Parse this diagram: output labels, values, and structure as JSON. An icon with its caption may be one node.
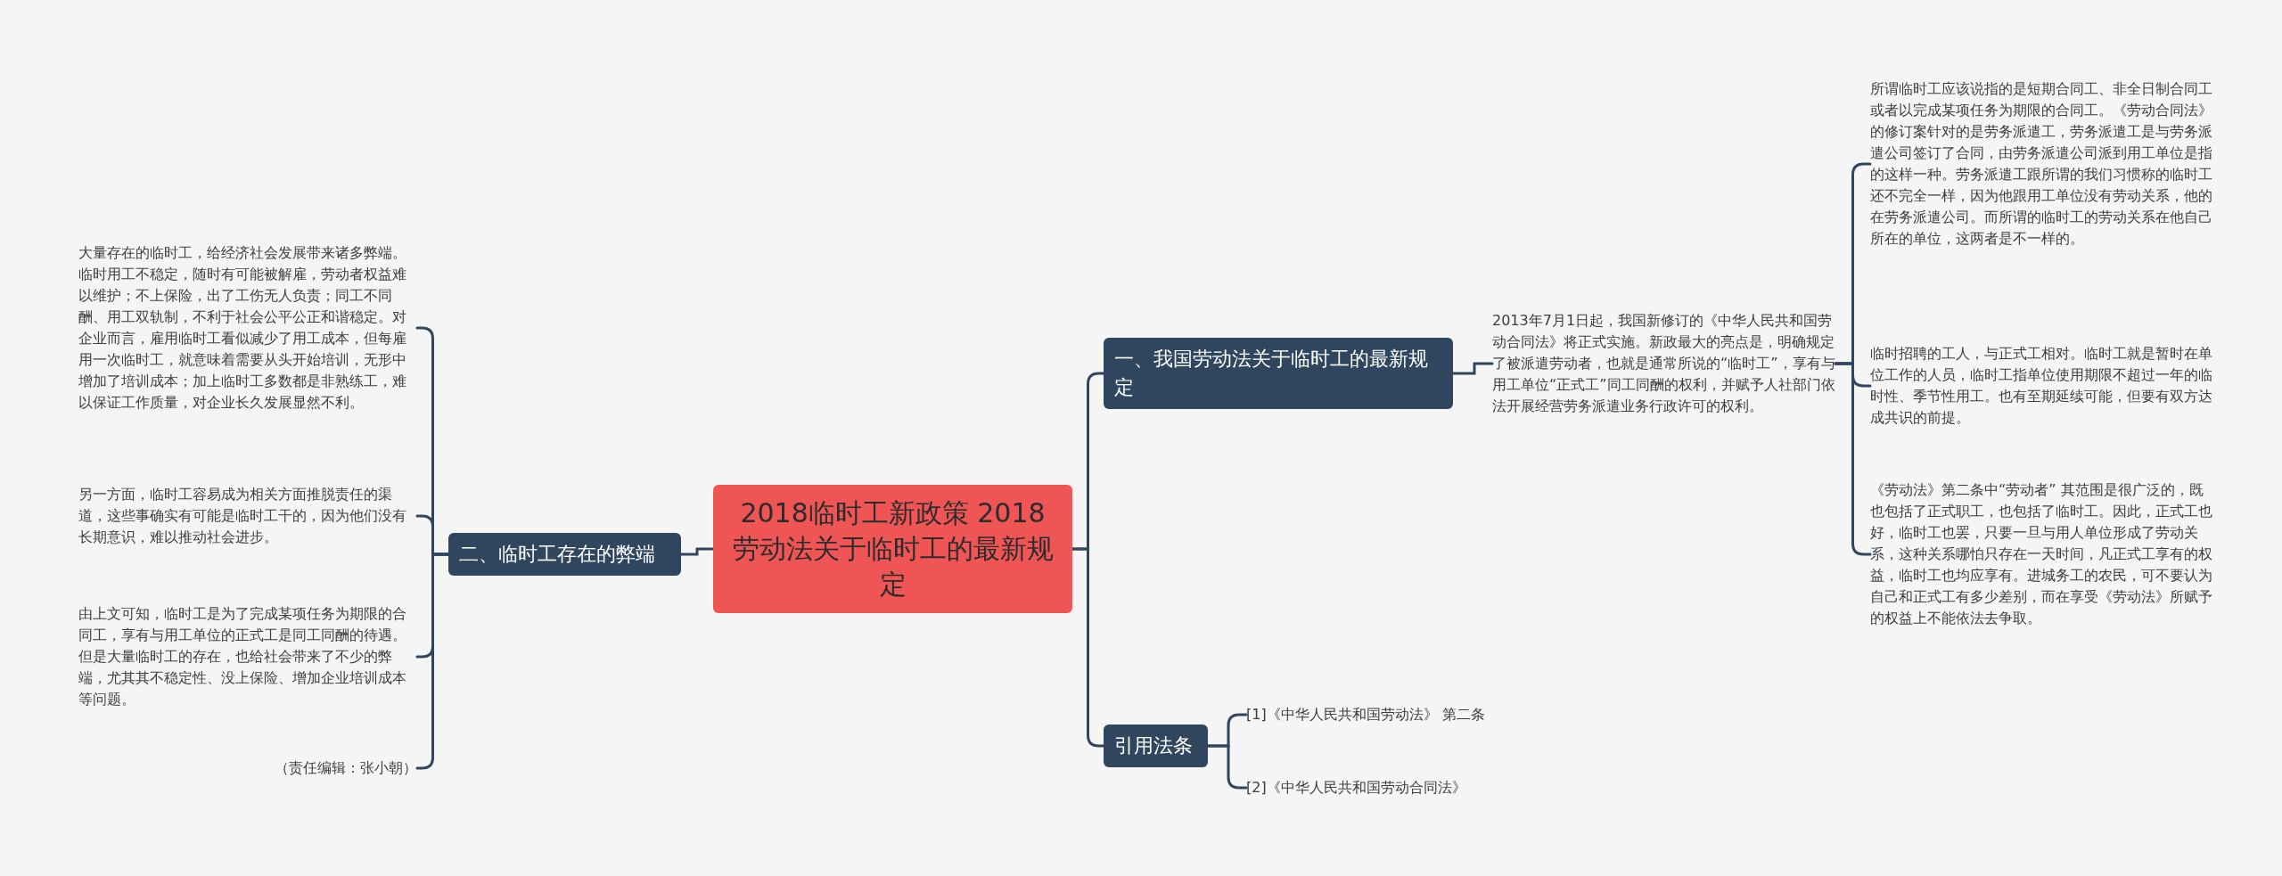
{
  "diagram": {
    "nodes": [
      {
        "text": [
          "2018临时工新政策 2018劳动法关于临时工的最新规定"
        ]
      },
      {
        "text": [
          "一、我国劳动法关于临时工的最新规定"
        ]
      },
      {
        "text": [
          "2013年7月1日起，我国新修订的《中华人民共和国劳动合同法》将正式实施。新政最大的亮点是，明确规定了被派遣劳动者，也就是通常所说的“临时工”，享有与用工单位“正式工”同工同酬的权利，并赋予人社部门依法开展经营劳务派遣业务行政许可的权利。"
        ]
      },
      {
        "text": [
          "所谓临时工应该说指的是短期合同工、非全日制合同工或者以完成某项任务为期限的合同工。《劳动合同法》的修订案针对的是劳务派遣工，劳务派遣工是与劳务派遣公司签订了合同，由劳务派遣公司派到用工单位是指的这样一种。劳务派遣工跟所谓的我们习惯称的临时工还不完全一样，因为他跟用工单位没有劳动关系，他的在劳务派遣公司。而所谓的临时工的劳动关系在他自己所在的单位，这两者是不一样的。"
        ]
      },
      {
        "text": [
          "临时招聘的工人，与正式工相对。临时工就是暂时在单位工作的人员，临时工指单位使用期限不超过一年的临时性、季节性用工。也有至期延续可能，但要有双方达成共识的前提。"
        ]
      },
      {
        "text": [
          "《劳动法》第二条中“劳动者” 其范围是很广泛的，既也包括了正式职工，也包括了临时工。因此，正式工也好，临时工也罢，只要一旦与用人单位形成了劳动关系，这种关系哪怕只存在一天时间，凡正式工享有的权益，临时工也均应享有。进城务工的农民，可不要认为自己和正式工有多少差别，而在享受《劳动法》所赋予的权益上不能依法去争取。"
        ]
      },
      {
        "text": [
          "引用法条"
        ]
      },
      {
        "text": [
          "[1]《中华人民共和国劳动法》 第二条"
        ]
      },
      {
        "text": [
          "[2]《中华人民共和国劳动合同法》"
        ]
      },
      {
        "text": [
          "二、临时工存在的弊端"
        ]
      },
      {
        "text": [
          "大量存在的临时工，给经济社会发展带来诸多弊端。临时用工不稳定，随时有可能被解雇，劳动者权益难以维护；不上保险，出了工伤无人负责；同工不同酬、用工双轨制，不利于社会公平公正和谐稳定。对企业而言，雇用临时工看似减少了用工成本，但每雇用一次临时工，就意味着需要从头开始培训，无形中增加了培训成本；加上临时工多数都是非熟练工，难以保证工作质量，对企业长久发展显然不利。"
        ]
      },
      {
        "text": [
          "另一方面，临时工容易成为相关方面推脱责任的渠道，这些事确实有可能是临时工干的，因为他们没有长期意识，难以推动社会进步。"
        ]
      },
      {
        "text": [
          "由上文可知，临时工是为了完成某项任务为期限的合同工，享有与用工单位的正式工是同工同酬的待遇。但是大量临时工的存在，也给社会带来了不少的弊端，尤其其不稳定性、没上保险、增加企业培训成本等问题。"
        ]
      },
      {
        "text": [
          "（责任编辑：张小朝）"
        ]
      }
    ],
    "edges": [
      {
        "from": 0,
        "to": 1,
        "arrow": "none"
      },
      {
        "from": 1,
        "to": 2,
        "arrow": "none"
      },
      {
        "from": 2,
        "to": 3,
        "arrow": "none"
      },
      {
        "from": 2,
        "to": 4,
        "arrow": "none"
      },
      {
        "from": 2,
        "to": 5,
        "arrow": "none"
      },
      {
        "from": 0,
        "to": 6,
        "arrow": "none"
      },
      {
        "from": 6,
        "to": 7,
        "arrow": "none"
      },
      {
        "from": 6,
        "to": 8,
        "arrow": "none"
      },
      {
        "from": 0,
        "to": 9,
        "arrow": "none"
      },
      {
        "from": 9,
        "to": 10,
        "arrow": "none"
      },
      {
        "from": 9,
        "to": 11,
        "arrow": "none"
      },
      {
        "from": 9,
        "to": 12,
        "arrow": "none"
      },
      {
        "from": 9,
        "to": 13,
        "arrow": "none"
      }
    ]
  }
}
